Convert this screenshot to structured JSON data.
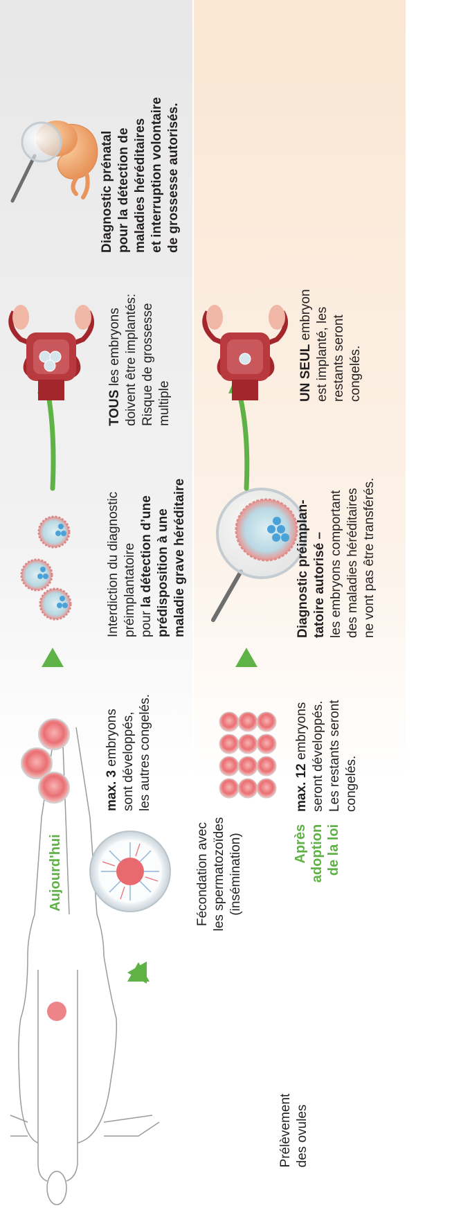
{
  "rows": {
    "today": {
      "label": "Aujourd'hui",
      "step_embryos": {
        "bold": "max. 3",
        "rest": " embryons\nsont développés,\nles autres congelés."
      },
      "step_diagnostic": {
        "line1": "Interdiction du diagnostic\npréimplantatoire\npour ",
        "bold": "la détection d’une\nprédisposition à une\nmaladie grave héréditaire"
      },
      "step_implant": {
        "bold": "TOUS",
        "rest": " les embryons\ndoivent être implantés:\nRisque de grossesse\nmultiple"
      },
      "step_prenatal": "Diagnostic prénatal\npour la détection de\nmaladies héréditaires\net interruption volontaire\nde grossesse autorisés."
    },
    "after": {
      "label": "Après\nadoption\nde la loi",
      "step_embryos": {
        "bold": "max. 12",
        "rest": " embryons\nseront développés.\nLes restants seront\ncongelés."
      },
      "step_diagnostic": {
        "bold": "Diagnostic préimplan-\ntatoire autorisé –",
        "rest": "\nles embryons comportant\ndes maladies héréditaires\nne vont pas être transférés."
      },
      "step_implant": {
        "bold": "UN SEUL",
        "rest": " embryon\nest implanté, les\nrestants seront\ncongelés."
      }
    }
  },
  "common": {
    "collection": "Prélèvement\ndes ovules",
    "fertilization": "Fécondation avec\nles spermatozoïdes\n(insémination)"
  },
  "colors": {
    "green": "#5fb246",
    "embryo_pink": "#e8747a",
    "uterus_red": "#a3262c",
    "band_top": "#e7e7e7",
    "band_bottom": "#fae6d2"
  },
  "icons": [
    "woman-outline-icon",
    "fertilized-egg-icon",
    "embryo-cluster-icon",
    "magnifier-icon",
    "uterus-icon",
    "fetus-icon",
    "green-triangle-icon",
    "green-arrow-icon"
  ]
}
